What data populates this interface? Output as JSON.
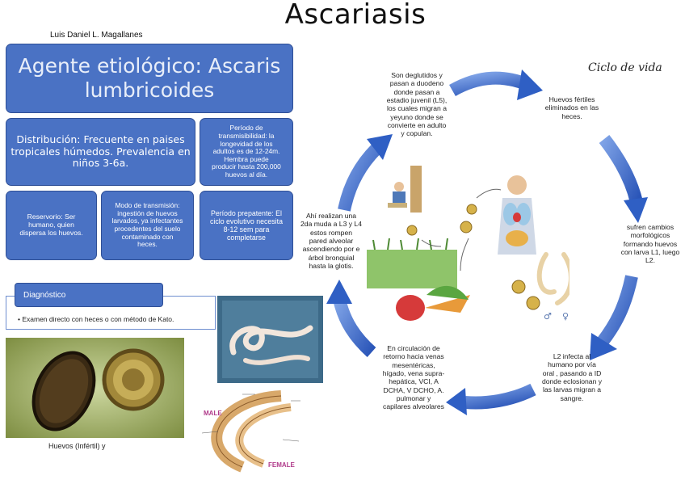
{
  "title": "Ascariasis",
  "author": "Luis Daniel L. Magallanes",
  "boxes": {
    "agent": [
      "Agente etiológico: Ascaris",
      "lumbricoides"
    ],
    "distribution": [
      "Distribución: Frecuente en paises",
      "tropicales húmedos. Prevalencia en",
      "niños 3-6a."
    ],
    "period": [
      "Período de",
      "transmisibilidad: la",
      "longevidad de los",
      "adultos es de 12-24m.",
      "Hembra puede",
      "producir hasta 200,000",
      "huevos al día."
    ],
    "reservoir": [
      "Reservorio: Ser",
      "humano, quien",
      "dispersa los huevos."
    ],
    "transmission": [
      "Modo de transmisión:",
      "ingestión de huevos",
      "larvados, ya infectantes",
      "procedentes del suelo",
      "contaminado con",
      "heces."
    ],
    "prepatent": [
      "Período prepatente: El",
      "ciclo evolutivo necesita",
      "8-12 sem para",
      "completarse"
    ]
  },
  "diagnosis": {
    "heading": "Diagnóstico",
    "item": "• Examen directo con heces o con método de Kato."
  },
  "eggs_caption": "Huevos (Infértil) y",
  "anatomy": {
    "male": "MALE",
    "female": "FEMALE"
  },
  "cycle": {
    "heading": "Ciclo de vida",
    "steps": {
      "s1": [
        "Huevos fértiles",
        "eliminados en las",
        "heces."
      ],
      "s2": [
        "sufren cambios",
        "morfológicos",
        "formando huevos",
        "con larva L1, luego",
        "L2."
      ],
      "s3": [
        "L2 infecta al",
        "humano por vía",
        "oral , pasando a ID",
        "donde eclosionan y",
        "las larvas migran a",
        "sangre."
      ],
      "s4": [
        "En circulación de",
        "retorno hacia venas",
        "mesentéricas,",
        "hígado, vena supra-",
        "hepática, VCI, A",
        "DCHA, V DCHO, A.",
        "pulmonar y",
        "capilares alveolares"
      ],
      "s5": [
        "Ahí realizan una",
        "2da muda a L3 y L4",
        "estos rompen",
        "pared alveolar",
        "ascendiendo por e",
        "árbol bronquial",
        "hasta la glotis."
      ],
      "s6": [
        "Son deglutidos y",
        "pasan a duodeno",
        "donde pasan a",
        "estadio juvenil (L5),",
        "los cuales migran a",
        "yeyuno donde se",
        "convierte en adulto",
        "y copulan."
      ]
    },
    "symbols": {
      "male": "♂",
      "female": "♀"
    }
  },
  "colors": {
    "box": "#4a72c4",
    "arrow": "#2f5fc4"
  }
}
